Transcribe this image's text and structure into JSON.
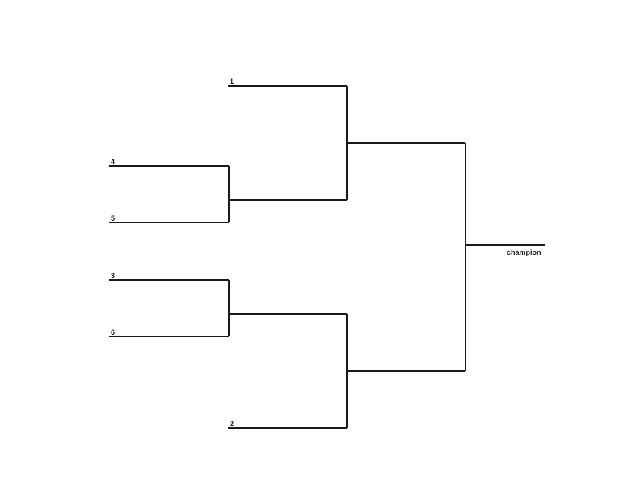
{
  "bracket": {
    "seeds": {
      "s1": "1",
      "s4": "4",
      "s5": "5",
      "s3": "3",
      "s6": "6",
      "s2": "2"
    },
    "champion_label": "champion"
  }
}
